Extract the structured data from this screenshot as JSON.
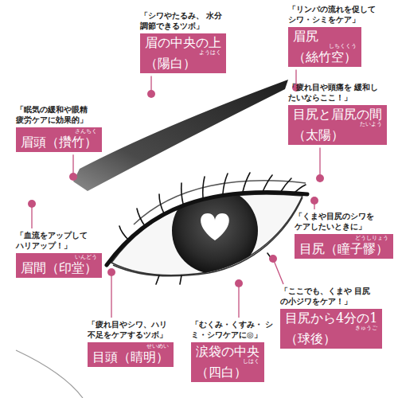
{
  "diagram": {
    "nodes": [
      {
        "text": [
          "「シワやたるみ、 水分調節できるツボ」",
          "ようはく",
          "眉の中央の上",
          "（陽白）"
        ]
      },
      {
        "text": [
          "「リンパの流れを促して シワ・シミをケア」",
          "しちくくう",
          "眉尻",
          "（絲竹空）"
        ]
      },
      {
        "text": [
          "「疲れ目や頭痛を 緩和したいならここ！」",
          "たいよう",
          "目尻と眉尻の間",
          "（太陽）"
        ]
      },
      {
        "text": [
          "「眠気の緩和や眼精 疲労ケアに効果的」",
          "さんちく",
          "眉頭（攢竹）"
        ]
      },
      {
        "text": [
          "「くまや目尻のシワを ケアしたいときに」",
          "どうしりょう",
          "目尻（瞳子髎）"
        ]
      },
      {
        "text": [
          "「血流をアップして ハリアップ！」",
          "いんどう",
          "眉間（印堂）"
        ]
      },
      {
        "text": [
          "「ここでも、くまや 目尻の小ジワをケア！」",
          "きゅうご",
          "目尻から4分の1",
          "（球後）"
        ]
      },
      {
        "text": [
          "「疲れ目やシワ、ハリ 不足をケアするツボ」",
          "せいめい",
          "目頭（睛明）"
        ]
      },
      {
        "text": [
          "「むくみ・くすみ・ シミ・シワケアに◎」",
          "しはく",
          "涙袋の中央",
          "（四白）"
        ]
      }
    ]
  }
}
